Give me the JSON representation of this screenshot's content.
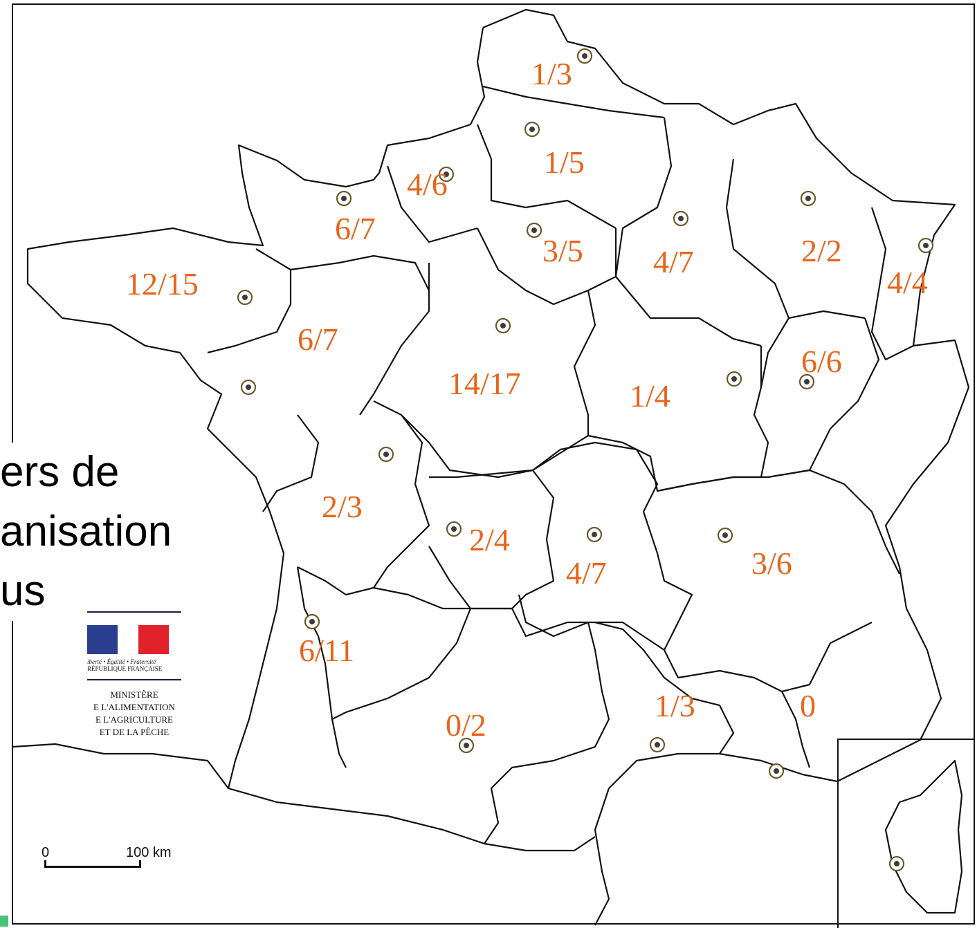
{
  "map": {
    "region_labels": [
      "1/3",
      "1/5",
      "4/6",
      "6/7",
      "3/5",
      "4/7",
      "2/2",
      "4/4",
      "12/15",
      "6/7",
      "14/17",
      "1/4",
      "6/6",
      "2/3",
      "2/4",
      "4/7",
      "3/6",
      "6/11",
      "0/2",
      "1/3",
      "0"
    ],
    "label_color": "#e8641a",
    "marker_color": "#6b5a2b"
  },
  "overlay_text": {
    "line1": "ers de",
    "line2": "anisation",
    "line3": "us"
  },
  "ministry_logo": {
    "motto": "iberté • Égalité • Fraternité",
    "republic": "RÉPUBLIQUE FRANÇAISE",
    "line1": "MINISTÈRE",
    "line2": "E L'ALIMENTATION",
    "line3": "E L'AGRICULTURE",
    "line4": "ET DE LA PÊCHE"
  },
  "scale": {
    "start": "0",
    "distance": "100 km"
  }
}
